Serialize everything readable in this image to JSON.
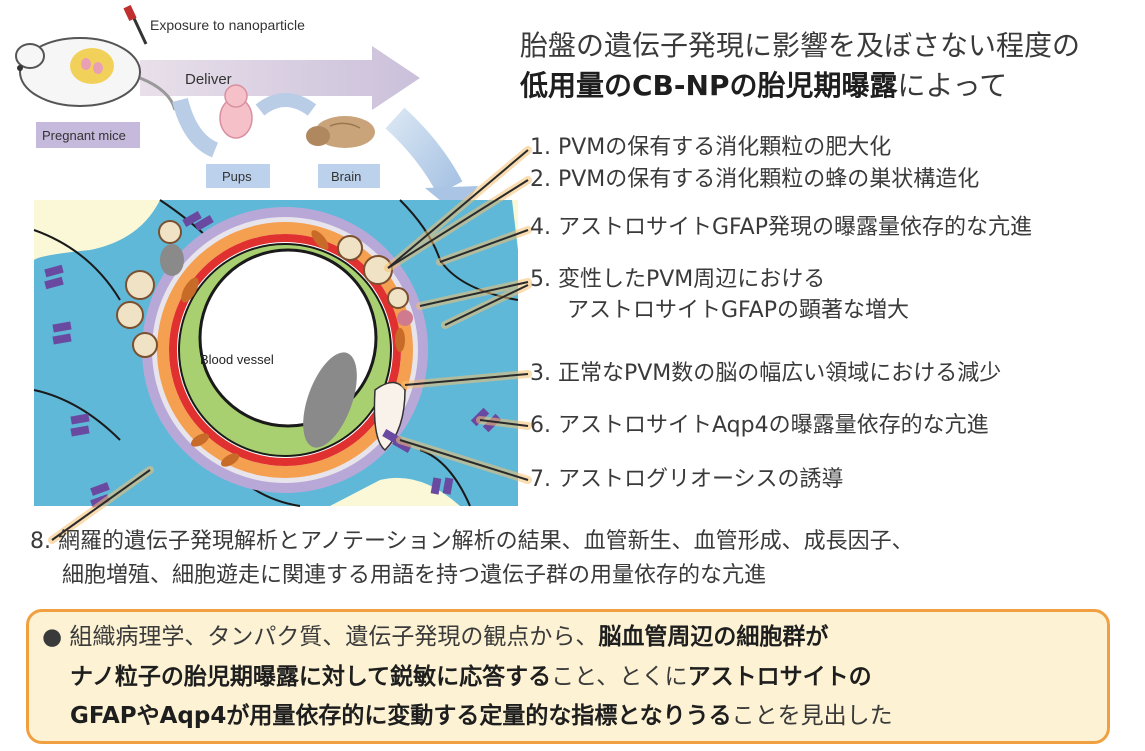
{
  "schematic": {
    "exposure_label": "Exposure to nanoparticle",
    "deliver_label": "Deliver",
    "pregnant_label": "Pregnant mice",
    "pups_label": "Pups",
    "brain_label": "Brain",
    "vessel_label": "Blood vessel"
  },
  "heading": {
    "line1": "胎盤の遺伝子発現に影響を及ぼさない程度の",
    "line2_bold": "低用量のCB-NPの胎児期曝露",
    "line2_rest": "によって"
  },
  "findings": [
    {
      "text": "1. PVMの保有する消化顆粒の肥大化"
    },
    {
      "text": "2. PVMの保有する消化顆粒の蜂の巣状構造化"
    },
    {
      "text": "4. アストロサイトGFAP発現の曝露量依存的な亢進"
    },
    {
      "text": "5. 変性したPVM周辺における"
    },
    {
      "text": "アストロサイトGFAPの顕著な増大"
    },
    {
      "text": "3. 正常なPVM数の脳の幅広い領域における減少"
    },
    {
      "text": "6. アストロサイトAqp4の曝露量依存的な亢進"
    },
    {
      "text": "7. アストログリオーシスの誘導"
    }
  ],
  "finding8": {
    "line1": "8. 網羅的遺伝子発現解析とアノテーション解析の結果、血管新生、血管形成、成長因子、",
    "line2": "細胞増殖、細胞遊走に関連する用語を持つ遺伝子群の用量依存的な亢進"
  },
  "summary": {
    "bullet": "●",
    "l1_plain": "組織病理学、タンパク質、遺伝子発現の観点から、",
    "l1_bold": "脳血管周辺の細胞群が",
    "l2_bold1": "ナノ粒子の胎児期曝露に対して鋭敏に応答する",
    "l2_plain": "こと、とくに",
    "l2_bold2": "アストロサイトの",
    "l3_bold": "GFAPやAqp4が用量依存的に変動する定量的な指標となりうる",
    "l3_plain": "ことを見出した"
  },
  "colors": {
    "background_cyan": "#5fb8d8",
    "background_cream": "#fbf8d8",
    "vessel_red": "#e03030",
    "vessel_green": "#a8d070",
    "box_border": "#f0a040",
    "box_fill": "#fdf3d4",
    "leader": "#2a2a2a"
  }
}
